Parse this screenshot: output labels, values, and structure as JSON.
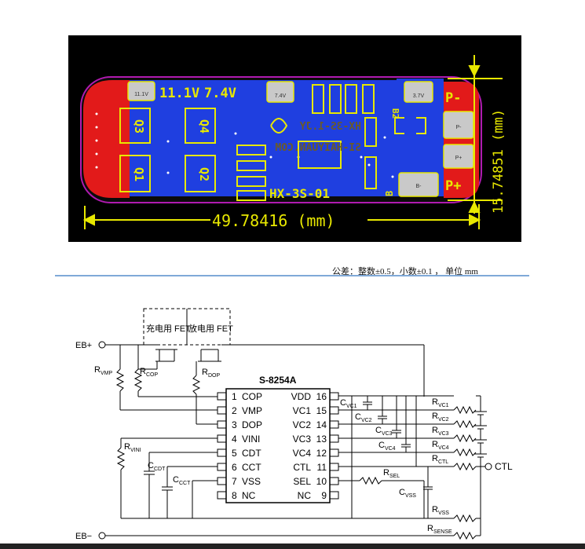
{
  "pcb": {
    "colors": {
      "background": "#000000",
      "copper_bottom": "#1f3fe0",
      "copper_top": "#e21a1a",
      "silk": "#e8e800",
      "pad": "#c9c9c9",
      "outline": "#b01ab0"
    },
    "voltage_labels": [
      "11.1V",
      "7.4V"
    ],
    "chip_label": "HX-3S-01",
    "mirrored_texts": [
      "HX-3S-1.JY",
      "SI-HAIYUAN.COM"
    ],
    "fet_labels": [
      "Q3",
      "Q4",
      "Q1",
      "Q2"
    ],
    "terminals": {
      "p_minus": "P-",
      "p_plus": "P+",
      "b_label": "B",
      "b_minus": "B-",
      "b2": "B2"
    },
    "pad_values": {
      "v111": "11.1V",
      "v74": "7.4V",
      "v37": "3.7V",
      "pminus": "P-",
      "pplus": "P+",
      "bminus": "B-"
    },
    "dimensions": {
      "width": "49.78416 (mm)",
      "height": "15.74851 (mm)"
    }
  },
  "tolerance_note": "公差：整数±0.5，小数±0.1 ， 单位 mm",
  "schematic": {
    "ic_name": "S-8254A",
    "left_pins": [
      {
        "num": "1",
        "name": "COP"
      },
      {
        "num": "2",
        "name": "VMP"
      },
      {
        "num": "3",
        "name": "DOP"
      },
      {
        "num": "4",
        "name": "VINI"
      },
      {
        "num": "5",
        "name": "CDT"
      },
      {
        "num": "6",
        "name": "CCT"
      },
      {
        "num": "7",
        "name": "VSS"
      },
      {
        "num": "8",
        "name": "NC"
      }
    ],
    "right_pins": [
      {
        "num": "16",
        "name": "VDD"
      },
      {
        "num": "15",
        "name": "VC1"
      },
      {
        "num": "14",
        "name": "VC2"
      },
      {
        "num": "13",
        "name": "VC3"
      },
      {
        "num": "12",
        "name": "VC4"
      },
      {
        "num": "11",
        "name": "CTL"
      },
      {
        "num": "10",
        "name": "SEL"
      },
      {
        "num": "9",
        "name": "NC"
      }
    ],
    "fet_charge": "充电用 FET",
    "fet_discharge": "放电用 FET",
    "eb_plus": "EB+",
    "eb_minus": "EB−",
    "ctl": "CTL",
    "components": {
      "rvmp": {
        "main": "R",
        "sub": "VMP"
      },
      "rcop": {
        "main": "R",
        "sub": "COP"
      },
      "rdop": {
        "main": "R",
        "sub": "DOP"
      },
      "rvini": {
        "main": "R",
        "sub": "VINI"
      },
      "ccdt": {
        "main": "C",
        "sub": "CDT"
      },
      "ccct": {
        "main": "C",
        "sub": "CCT"
      },
      "cvc1": {
        "main": "C",
        "sub": "VC1"
      },
      "cvc2": {
        "main": "C",
        "sub": "VC2"
      },
      "cvc3": {
        "main": "C",
        "sub": "VC3"
      },
      "cvc4": {
        "main": "C",
        "sub": "VC4"
      },
      "cvss": {
        "main": "C",
        "sub": "VSS"
      },
      "rsel": {
        "main": "R",
        "sub": "SEL"
      },
      "rvc1": {
        "main": "R",
        "sub": "VC1"
      },
      "rvc2": {
        "main": "R",
        "sub": "VC2"
      },
      "rvc3": {
        "main": "R",
        "sub": "VC3"
      },
      "rvc4": {
        "main": "R",
        "sub": "VC4"
      },
      "rctl": {
        "main": "R",
        "sub": "CTL"
      },
      "rvss": {
        "main": "R",
        "sub": "VSS"
      },
      "rsense": {
        "main": "R",
        "sub": "SENSE"
      }
    }
  }
}
